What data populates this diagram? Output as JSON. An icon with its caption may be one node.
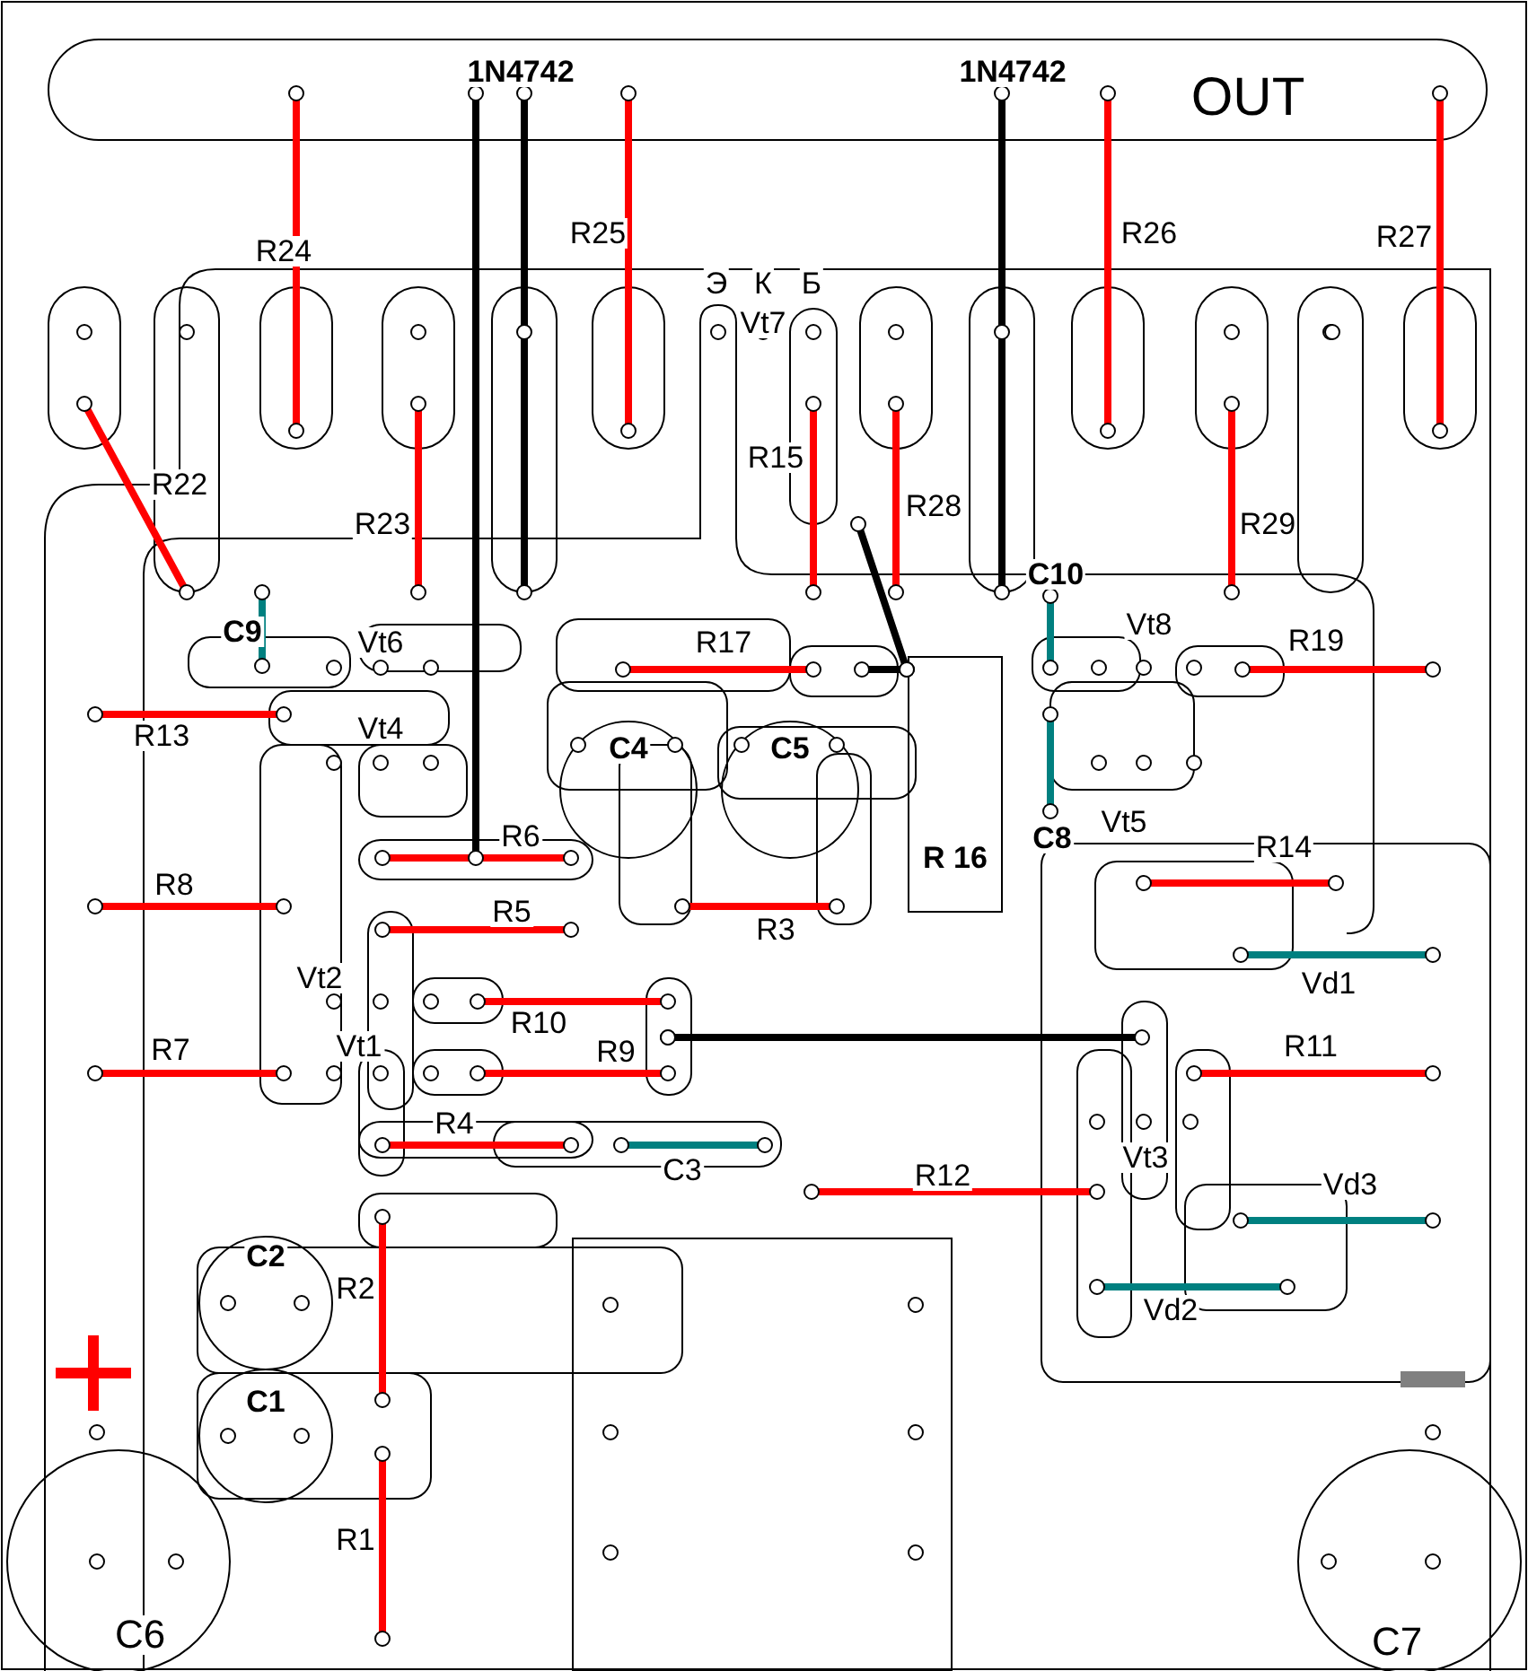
{
  "diagram": {
    "labels": [
      "1N4742",
      "1N4742",
      "OUT",
      "R24",
      "R25",
      "Э",
      "К",
      "Б",
      "R26",
      "R27",
      "Vt7",
      "R15",
      "R28",
      "R22",
      "R23",
      "R29",
      "C10",
      "C9",
      "Vt6",
      "R17",
      "Vt8",
      "R19",
      "R13",
      "Vt4",
      "C4",
      "C5",
      "C8",
      "Vt5",
      "R14",
      "R6",
      "R 16",
      "R8",
      "R5",
      "R3",
      "Vt2",
      "Vd1",
      "R10",
      "R7",
      "Vt1",
      "R9",
      "R11",
      "R4",
      "C3",
      "Vt3",
      "R12",
      "Vd3",
      "C2",
      "R2",
      "Vd2",
      "C1",
      "R1",
      "C6",
      "C7"
    ]
  }
}
